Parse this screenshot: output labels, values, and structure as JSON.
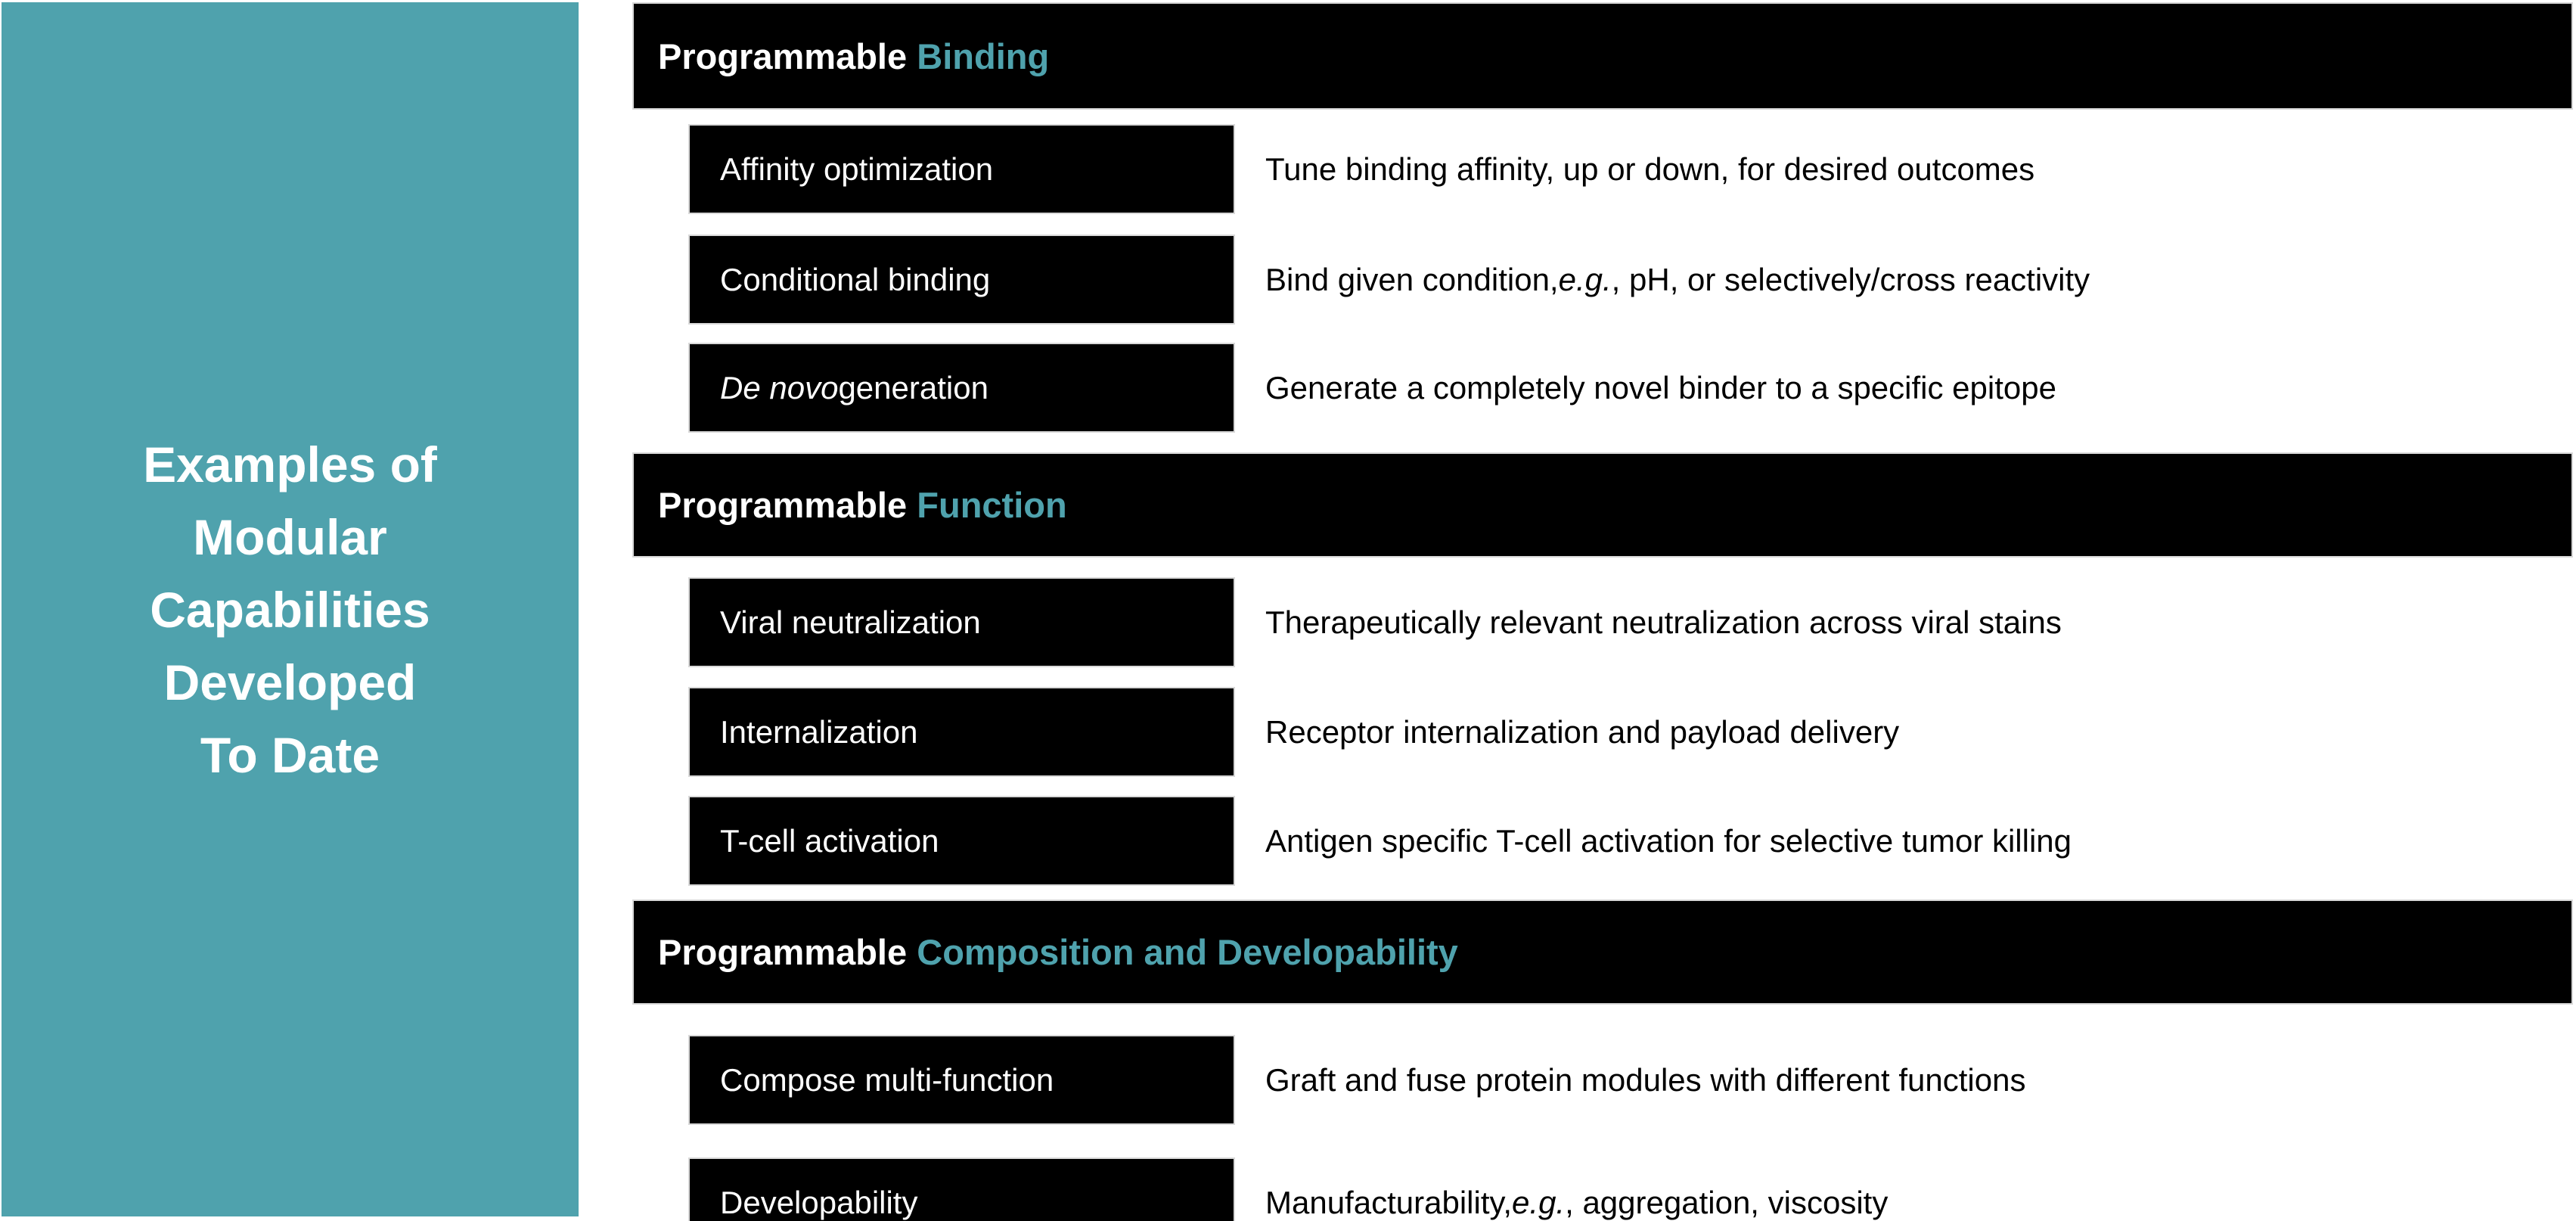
{
  "colors": {
    "accent_teal": "#4FA2AD",
    "bar_black": "#000000",
    "text_white": "#FFFFFF",
    "text_black": "#000000"
  },
  "sidebar": {
    "title_lines": [
      "Examples of",
      "Modular",
      "Capabilities",
      "Developed",
      "To Date"
    ]
  },
  "sections": [
    {
      "header": {
        "prefix": "Programmable",
        "highlight": "Binding"
      },
      "rows": [
        {
          "label": [
            {
              "text": "Affinity optimization",
              "italic": false
            }
          ],
          "description": [
            {
              "text": "Tune binding affinity, up or down, for desired outcomes",
              "italic": false
            }
          ]
        },
        {
          "label": [
            {
              "text": "Conditional binding",
              "italic": false
            }
          ],
          "description": [
            {
              "text": "Bind given condition, ",
              "italic": false
            },
            {
              "text": "e.g.",
              "italic": true
            },
            {
              "text": ", pH, or selectively/cross reactivity",
              "italic": false
            }
          ]
        },
        {
          "label": [
            {
              "text": "De novo",
              "italic": true
            },
            {
              "text": " generation",
              "italic": false
            }
          ],
          "description": [
            {
              "text": "Generate a completely novel binder to a specific epitope",
              "italic": false
            }
          ]
        }
      ]
    },
    {
      "header": {
        "prefix": "Programmable",
        "highlight": "Function"
      },
      "rows": [
        {
          "label": [
            {
              "text": "Viral neutralization",
              "italic": false
            }
          ],
          "description": [
            {
              "text": "Therapeutically relevant neutralization across viral stains",
              "italic": false
            }
          ]
        },
        {
          "label": [
            {
              "text": "Internalization",
              "italic": false
            }
          ],
          "description": [
            {
              "text": "Receptor internalization and payload delivery",
              "italic": false
            }
          ]
        },
        {
          "label": [
            {
              "text": "T-cell activation",
              "italic": false
            }
          ],
          "description": [
            {
              "text": "Antigen specific T-cell activation for selective tumor killing",
              "italic": false
            }
          ]
        }
      ]
    },
    {
      "header": {
        "prefix": "Programmable",
        "highlight": "Composition and Developability"
      },
      "rows": [
        {
          "label": [
            {
              "text": "Compose multi-function",
              "italic": false
            }
          ],
          "description": [
            {
              "text": "Graft and fuse protein modules with different functions",
              "italic": false
            }
          ]
        },
        {
          "label": [
            {
              "text": "Developability",
              "italic": false
            }
          ],
          "description": [
            {
              "text": "Manufacturability, ",
              "italic": false
            },
            {
              "text": "e.g.",
              "italic": true
            },
            {
              "text": ", aggregation, viscosity",
              "italic": false
            }
          ]
        }
      ]
    }
  ]
}
